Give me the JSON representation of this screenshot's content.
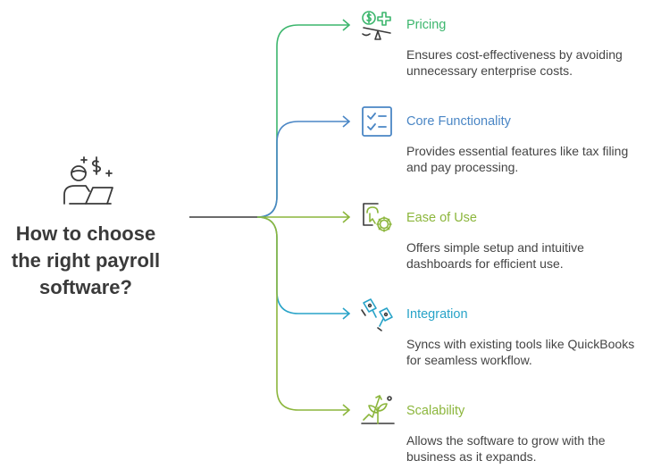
{
  "title": {
    "lines": [
      "How to choose",
      "the right payroll",
      "software?"
    ]
  },
  "central_icon": "person-laptop-dollar-icon",
  "branches": [
    {
      "title": "Pricing",
      "desc": [
        "Ensures cost-effectiveness by avoiding",
        "unnecessary enterprise costs."
      ],
      "color": "#3cb66d",
      "icon": "scale-balance-icon"
    },
    {
      "title": "Core Functionality",
      "desc": [
        "Provides essential features like tax filing",
        "and pay processing."
      ],
      "color": "#4a86c5",
      "icon": "checklist-icon"
    },
    {
      "title": "Ease of Use",
      "desc": [
        "Offers simple setup and intuitive",
        "dashboards for efficient use."
      ],
      "color": "#8cb63c",
      "icon": "gear-pointer-icon"
    },
    {
      "title": "Integration",
      "desc": [
        "Syncs with existing tools like QuickBooks",
        "for seamless workflow."
      ],
      "color": "#28a3c8",
      "icon": "plug-connector-icon"
    },
    {
      "title": "Scalability",
      "desc": [
        "Allows the software to grow with the",
        "business as it expands."
      ],
      "color": "#8cb63c",
      "icon": "growing-plant-icon"
    }
  ],
  "colors": {
    "stem": "#3a3a3a",
    "title_text": "#3a3a3a",
    "desc_text": "#444444"
  }
}
